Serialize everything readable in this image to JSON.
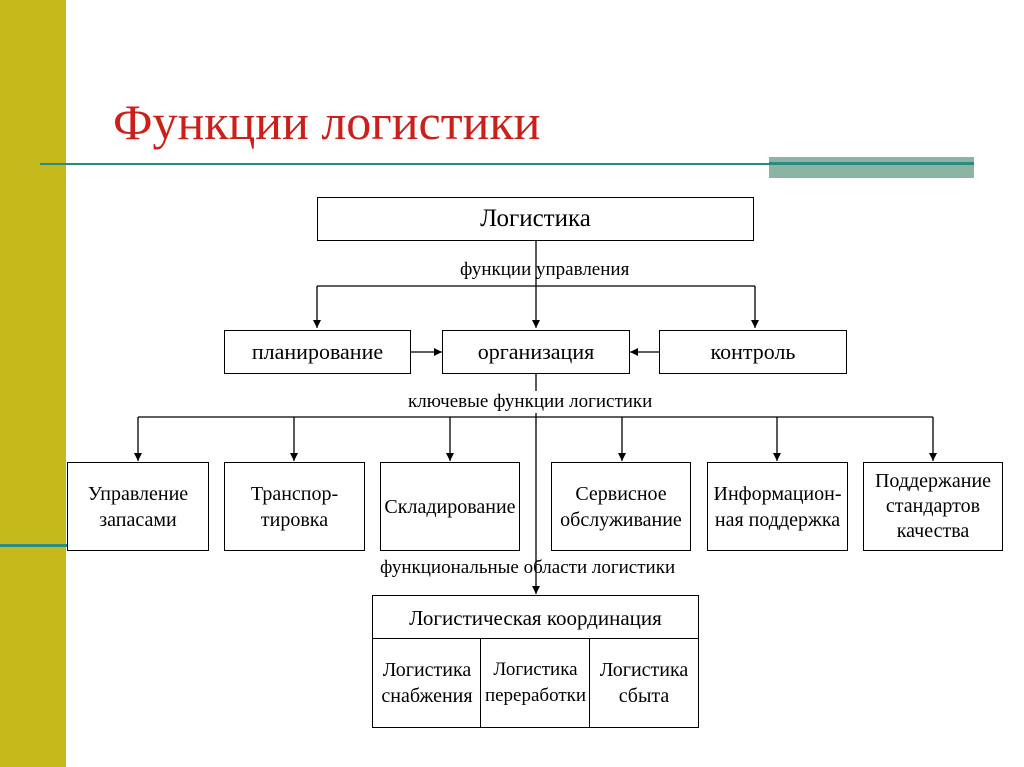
{
  "title": "Функции логистики",
  "root": "Логистика",
  "labels": {
    "management": "функции управления",
    "key": "ключевые функции логистики",
    "areas": "функциональные области логистики"
  },
  "management_functions": [
    "планирование",
    "организация",
    "контроль"
  ],
  "key_functions": [
    [
      "Управление",
      "запасами"
    ],
    [
      "Транспор-",
      "тировка"
    ],
    [
      "Складирование"
    ],
    [
      "Сервисное",
      "обслуживание"
    ],
    [
      "Информацион-",
      "ная поддержка"
    ],
    [
      "Поддержание",
      "стандартов",
      "качества"
    ]
  ],
  "coordination": {
    "header": "Логистическая координация",
    "areas": [
      [
        "Логистика",
        "снабжения"
      ],
      [
        "Логистика",
        "переработки"
      ],
      [
        "Логистика",
        "сбыта"
      ]
    ]
  },
  "colors": {
    "sidebar": "#c5b91b",
    "title": "#cc1f1a",
    "rule": "#2d8a80",
    "accent": "#8bb4a3"
  }
}
